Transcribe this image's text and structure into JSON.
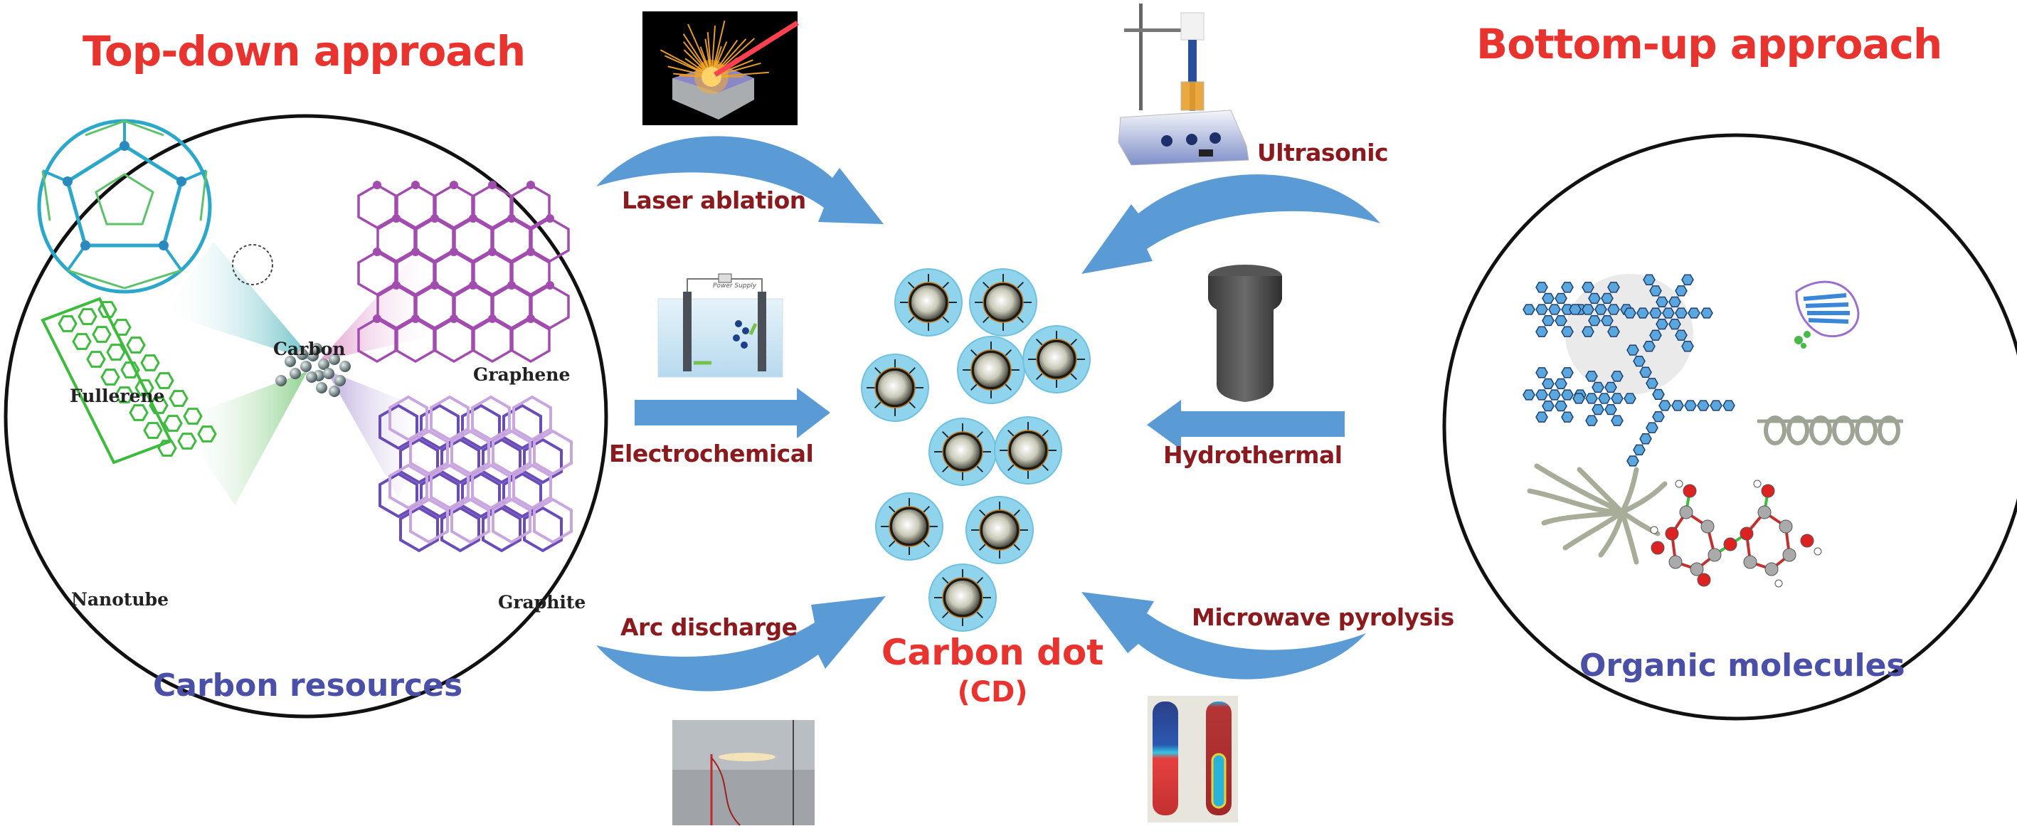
{
  "headings": {
    "top_down": "Top-down approach",
    "bottom_up": "Bottom-up approach"
  },
  "left_panel": {
    "title": "Carbon resources",
    "center_label": "Carbon",
    "allotropes": [
      {
        "label": "Fullerene",
        "color": "#2aa7c9"
      },
      {
        "label": "Graphene",
        "color": "#a24cb0"
      },
      {
        "label": "Nanotube",
        "color": "#3dbb3d"
      },
      {
        "label": "Graphite",
        "color": "#6a4cb8"
      }
    ]
  },
  "right_panel": {
    "title": "Organic molecules",
    "items": [
      "dendritic-polyaromatic",
      "protein",
      "helical-polymer",
      "branched-polymer",
      "disaccharide"
    ]
  },
  "center": {
    "title": "Carbon dot",
    "abbr": "(CD)",
    "dot_count": 10
  },
  "methods": {
    "top_down": [
      {
        "label": "Laser ablation",
        "illustration": "laser-ablation-image"
      },
      {
        "label": "Electrochemical",
        "illustration": "electrochemical-cell-image",
        "caption": "Power Supply"
      },
      {
        "label": "Arc discharge",
        "illustration": "arc-discharge-photo"
      }
    ],
    "bottom_up": [
      {
        "label": "Ultrasonic",
        "illustration": "ultrasonic-processor-image"
      },
      {
        "label": "Hydrothermal",
        "illustration": "autoclave-image"
      },
      {
        "label": "Microwave pyrolysis",
        "illustration": "microwave-heating-tubes-image"
      }
    ]
  },
  "colors": {
    "heading": "#e8332f",
    "method_label": "#8b1a1f",
    "resource_title": "#4a4fa8",
    "arrow": "#5b9bd5",
    "dot_shell": "#8fd3ec"
  }
}
